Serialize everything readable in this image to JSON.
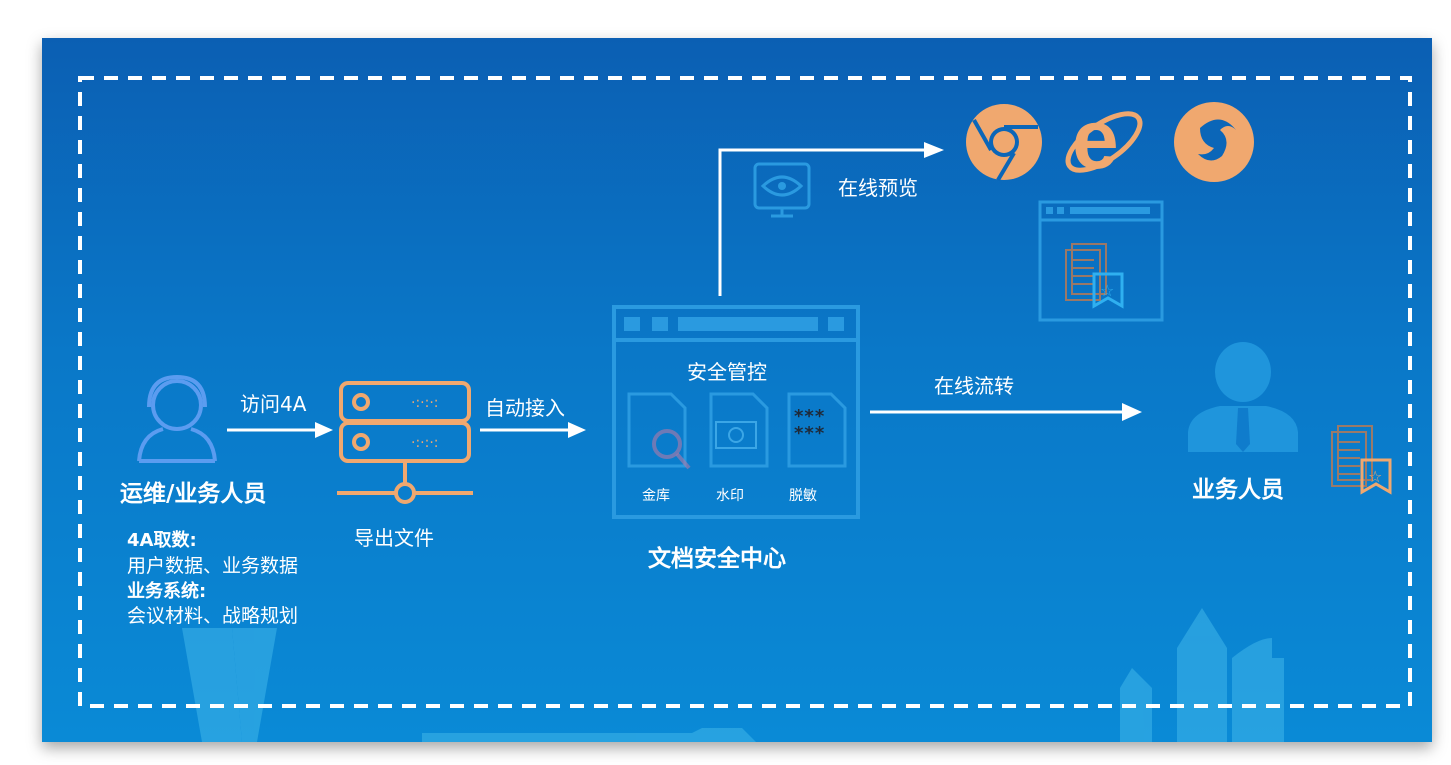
{
  "left_person": {
    "name": "运维/业务人员",
    "notes": [
      {
        "title": "4A取数:",
        "text": "用户数据、业务数据"
      },
      {
        "title": "业务系统:",
        "text": "会议材料、战略规划"
      }
    ]
  },
  "arrows": {
    "access": "访问4A",
    "auto": "自动接入",
    "preview": "在线预览",
    "flow": "在线流转"
  },
  "server": {
    "label": "导出文件"
  },
  "center": {
    "panel_title": "安全管控",
    "items": [
      "金库",
      "水印",
      "脱敏"
    ],
    "name": "文档安全中心",
    "mask": "***"
  },
  "right_person": {
    "name": "业务人员"
  },
  "browsers": [
    "chrome-icon",
    "ie-icon",
    "firefox-icon"
  ],
  "colors": {
    "accent": "#f0a86f",
    "background": "#0a78c8",
    "panel": "#2a9ae0"
  }
}
